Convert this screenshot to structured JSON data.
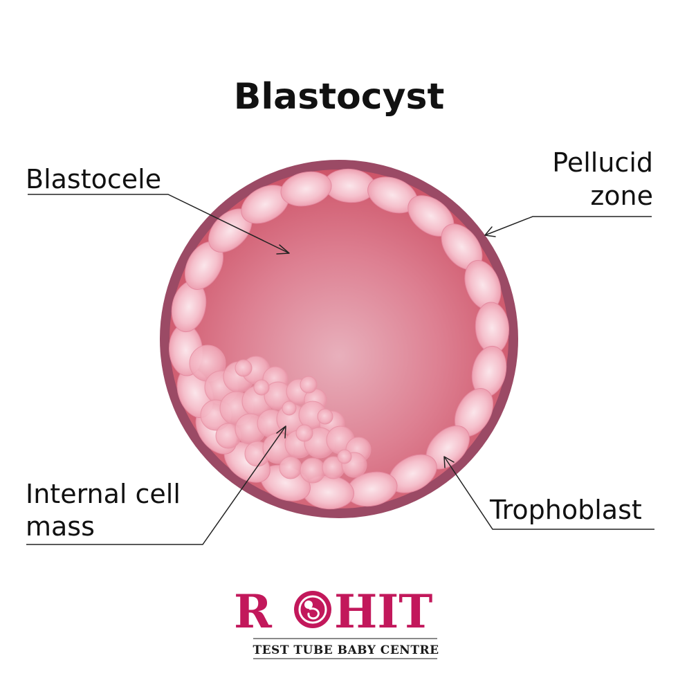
{
  "title": "Blastocyst",
  "labels": {
    "blastocele": "Blastocele",
    "pellucid_zone_line1": "Pellucid",
    "pellucid_zone_line2": "zone",
    "internal_cell_mass_line1": "Internal cell",
    "internal_cell_mass_line2": "mass",
    "trophoblast": "Trophoblast"
  },
  "logo": {
    "letter_r": "R",
    "letters_rest": "HIT",
    "brand_full": "ROHIT",
    "tagline": "TEST TUBE BABY CENTRE",
    "brand_color": "#c2185b"
  },
  "colors": {
    "zone_outer": "#9b4a65",
    "cavity_center": "#e6a9b6",
    "cavity_edge": "#cf5a6e",
    "cell_light": "#fbe1e7",
    "cell_mid": "#f1a7b8",
    "cell_dark": "#e7879c"
  }
}
